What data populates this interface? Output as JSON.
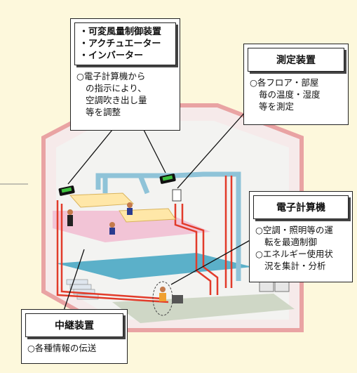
{
  "actuator_box": {
    "items": [
      "・可変風量制御装置",
      "・アクチュエーター",
      "・インバーター"
    ],
    "desc": [
      "○電子計算機から",
      "の指示により、",
      "空調吹き出し量",
      "等を調整"
    ]
  },
  "measure_box": {
    "title": "測定装置",
    "desc": [
      "○各フロア・部屋",
      "毎の温度・湿度",
      "等を測定"
    ]
  },
  "computer_box": {
    "title": "電子計算機",
    "desc": [
      "○空調・照明等の運",
      "転を最適制御",
      "○エネルギー使用状",
      "況を集計・分析"
    ]
  },
  "relay_box": {
    "title": "中継装置",
    "desc": [
      "○各種情報の伝送"
    ]
  }
}
